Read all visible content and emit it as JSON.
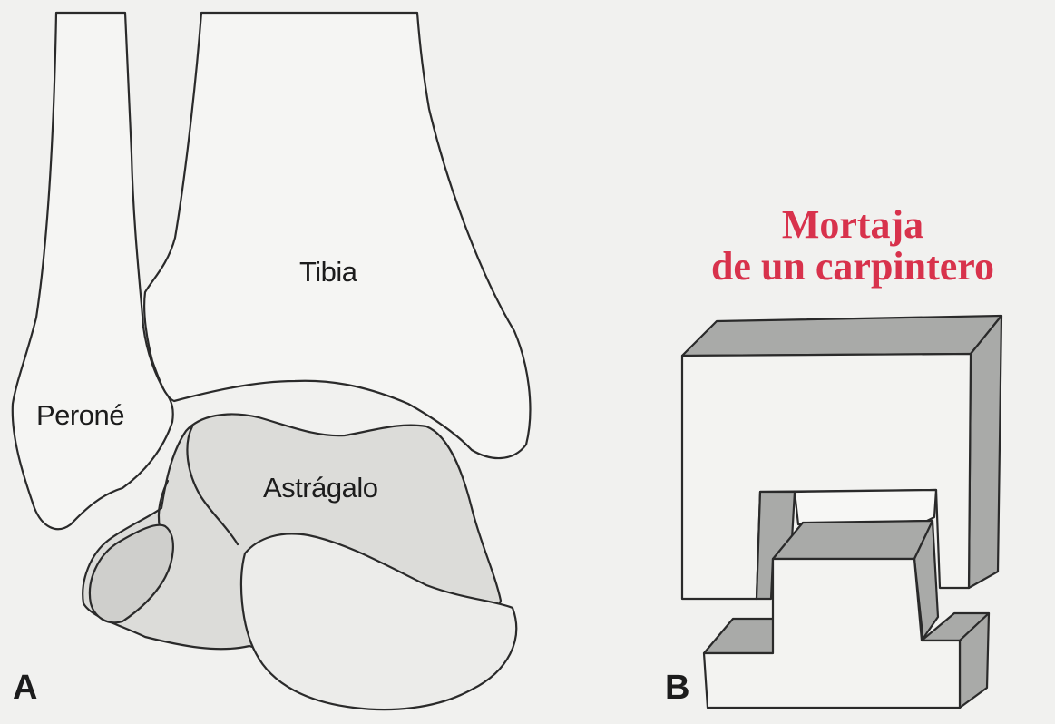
{
  "panel_a": {
    "letter": "A",
    "labels": {
      "fibula": "Peroné",
      "tibia": "Tibia",
      "talus": "Astrágalo"
    }
  },
  "panel_b": {
    "letter": "B",
    "caption_line1": "Mortaja",
    "caption_line2": "de un carpintero"
  },
  "colors": {
    "background": "#f1f1ef",
    "bone_fill": "#f5f5f3",
    "talus_fill": "#dcdcd9",
    "block_face": "#f3f3f1",
    "block_shade": "#a9aaa8",
    "outline": "#2a2a2a",
    "caption": "#d8324c"
  }
}
